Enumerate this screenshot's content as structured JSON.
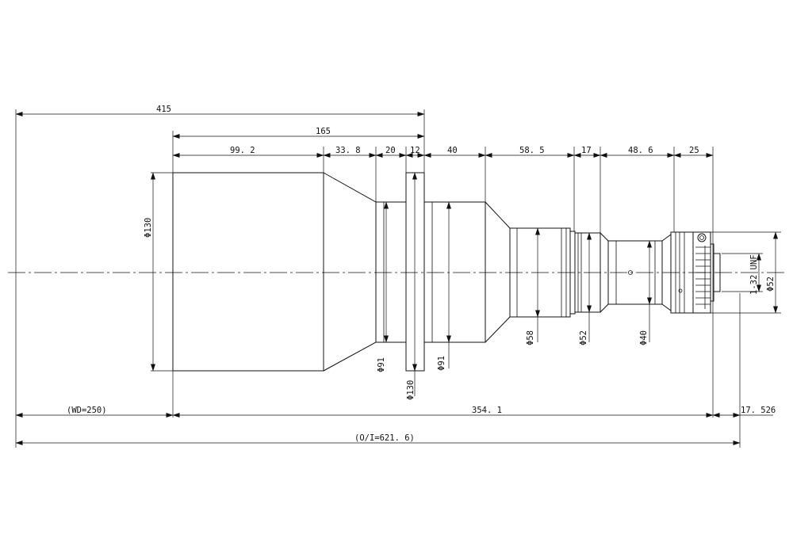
{
  "dimensions": {
    "total_length": "415",
    "lens_body_length": "165",
    "seg_1": "99. 2",
    "seg_2": "33. 8",
    "seg_3": "20",
    "seg_4": "12",
    "seg_5": "40",
    "seg_6": "58. 5",
    "seg_7": "17",
    "seg_8": "48. 6",
    "seg_9": "25",
    "working_distance": "(WD=250)",
    "lens_length": "354. 1",
    "back_flange": "17. 526",
    "object_to_image": "(O/I=621. 6)"
  },
  "diameters": {
    "front_barrel": "Φ130",
    "neck": "Φ91",
    "flange": "Φ130",
    "rear_barrel": "Φ91",
    "section_58": "Φ58",
    "section_52": "Φ52",
    "section_40": "Φ40",
    "mount_outer": "Φ52",
    "thread": "1-32 UNF"
  }
}
